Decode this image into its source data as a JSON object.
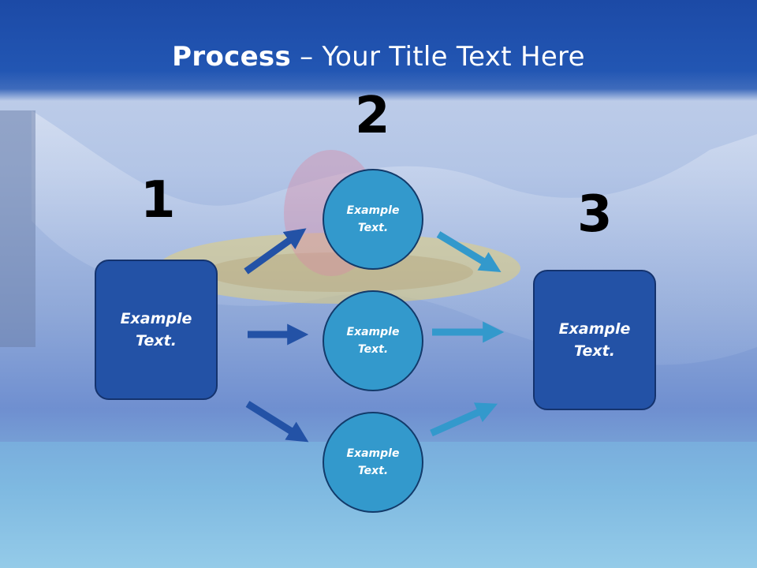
{
  "title": {
    "bold": "Process",
    "rest": " – Your Title Text Here"
  },
  "steps": [
    {
      "number": "1",
      "box_text": "Example Text."
    },
    {
      "number": "2",
      "circles": [
        "Example Text.",
        "Example Text.",
        "Example Text."
      ]
    },
    {
      "number": "3",
      "box_text": "Example Text."
    }
  ],
  "colors": {
    "title_band": "#2256b3",
    "box_fill": "#2352a6",
    "circle_fill": "#3399cc",
    "arrow_dark": "#2352a6",
    "arrow_light": "#3399cc"
  },
  "icons": {
    "arrows": "arrow-icon"
  }
}
